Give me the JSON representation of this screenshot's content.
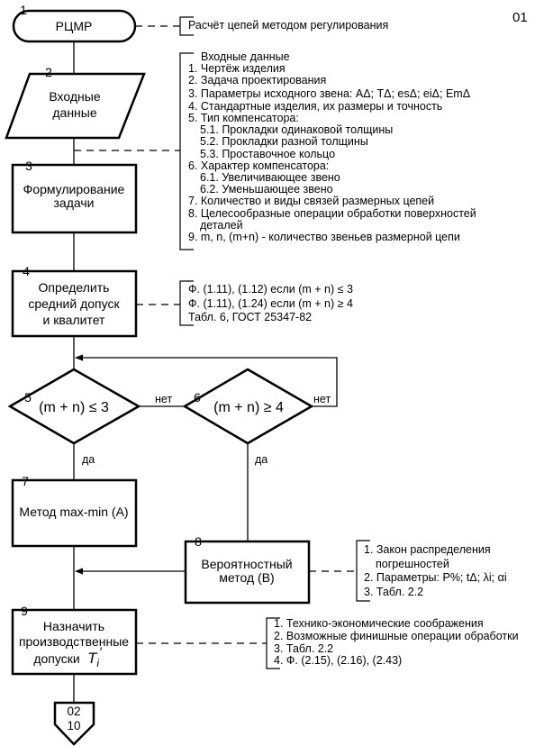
{
  "page_number": "01",
  "blocks": {
    "b1": {
      "num": "1",
      "label": "РЦМР"
    },
    "b2": {
      "num": "2",
      "line1": "Входные",
      "line2": "данные"
    },
    "b3": {
      "num": "3",
      "line1": "Формулирование",
      "line2": "задачи"
    },
    "b4": {
      "num": "4",
      "line1": "Определить",
      "line2": "средний допуск",
      "line3": "и квалитет"
    },
    "b5": {
      "num": "5",
      "label": "(m + n) ≤ 3"
    },
    "b6": {
      "num": "6",
      "label": "(m + n) ≥ 4"
    },
    "b7": {
      "num": "7",
      "label": "Метод max-min (A)"
    },
    "b8": {
      "num": "8",
      "line1": "Вероятностный",
      "line2": "метод (B)"
    },
    "b9": {
      "num": "9",
      "line1": "Назначить",
      "line2": "производственные",
      "line3": "допуски",
      "sym": "T",
      "sub": "i",
      "prime": "′"
    },
    "connector": {
      "line1": "02",
      "line2": "10"
    }
  },
  "branch_labels": {
    "no5": "нет",
    "no6": "нет",
    "yes5": "да",
    "yes6": "да"
  },
  "annotations": {
    "a1": "Расчёт цепей методом регулирования",
    "a2": {
      "title": "Входные данные",
      "items": [
        "1. Чертёж изделия",
        "2. Задача проектирования",
        "3. Параметры исходного звена: AΔ; TΔ; esΔ; eiΔ; EmΔ",
        "4. Стандартные изделия, их размеры и точность",
        "5. Тип компенсатора:",
        "5.1. Прокладки одинаковой толщины",
        "5.2. Прокладки разной толщины",
        "5.3. Проставочное кольцо",
        "6. Характер компенсатора:",
        "6.1. Увеличивающее звено",
        "6.2. Уменьшающее звено",
        "7. Количество и виды связей размерных цепей",
        "8. Целесообразные операции обработки поверхностей",
        "деталей",
        "9. m, n, (m+n) -  количество звеньев размерной цепи"
      ]
    },
    "a4": [
      "Ф. (1.11), (1.12) если (m + n) ≤ 3",
      "Ф. (1.11), (1.24) если (m + n) ≥ 4",
      "Табл. 6, ГОСТ 25347-82"
    ],
    "a8": [
      "1. Закон распределения",
      "погрешностей",
      "2. Параметры: P%; tΔ; λi; αi",
      "3. Табл. 2.2"
    ],
    "a9": [
      "1. Технико-экономические соображения",
      "2. Возможные финишные операции обработки",
      "3. Табл. 2.2",
      "4. Ф. (2.15), (2.16), (2.43)"
    ]
  }
}
